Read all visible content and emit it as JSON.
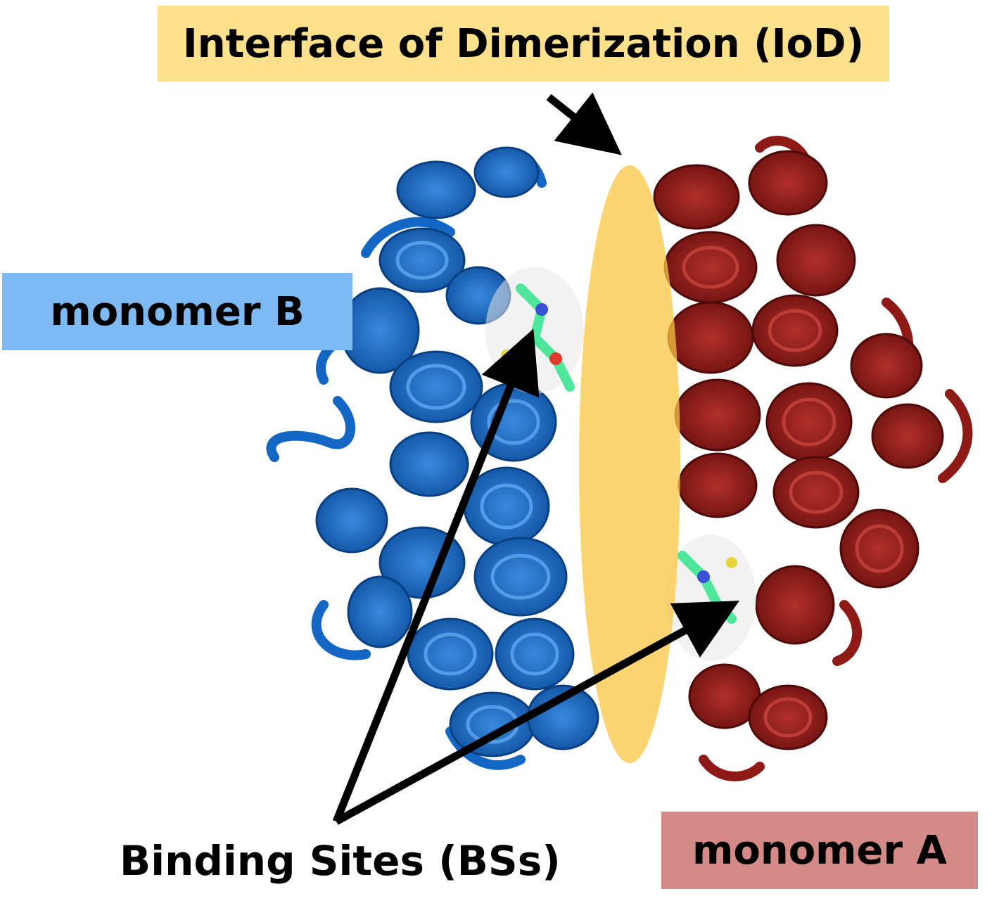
{
  "labels": {
    "iod": "Interface of Dimerization (IoD)",
    "monomer_b": "monomer B",
    "monomer_a": "monomer A",
    "binding_sites": "Binding Sites (BSs)"
  },
  "colors": {
    "iod_box": "#fce08c",
    "monomer_b_box": "#7db9f2",
    "monomer_a_box": "#d48a87",
    "monomer_b_protein": "#1466c4",
    "monomer_a_protein": "#8e1a17",
    "interface_ellipse": "#f9c742",
    "arrow": "#000000",
    "ligand": "#4ee69a"
  },
  "icons": {
    "protein_structure": "protein-ribbon-illustration",
    "arrow": "arrow-icon"
  }
}
